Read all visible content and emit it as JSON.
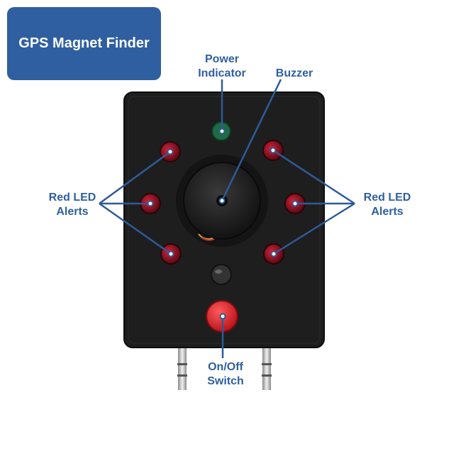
{
  "title": "GPS Magnet Finder",
  "labels": {
    "power": [
      "Power",
      "Indicator"
    ],
    "buzzer": "Buzzer",
    "left_led": [
      "Red LED",
      "Alerts"
    ],
    "right_led": [
      "Red LED",
      "Alerts"
    ],
    "switch": [
      "On/Off",
      "Switch"
    ]
  },
  "colors": {
    "label_blue": "#2f5fa0",
    "title_bg": "#2f5fa0",
    "line": "#2e5b98",
    "body": "#1f1f1f",
    "red_led": "#8a0f1c",
    "green_led": "#1f6b45",
    "switch_red": "#e0262f"
  }
}
